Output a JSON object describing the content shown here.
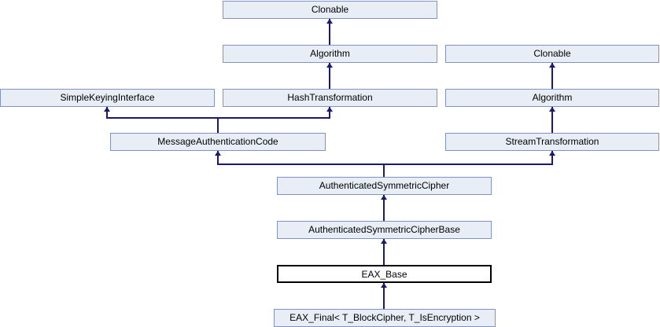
{
  "diagram": {
    "type": "class-inheritance-diagram",
    "colors": {
      "node_fill": "#e8edf6",
      "node_border": "#8094c1",
      "highlight_fill": "#ffffff",
      "highlight_border": "#000000",
      "edge": "#191970",
      "text": "#000000"
    },
    "nodes": [
      {
        "label": "Clonable"
      },
      {
        "label": "Algorithm"
      },
      {
        "label": "Clonable"
      },
      {
        "label": "SimpleKeyingInterface"
      },
      {
        "label": "HashTransformation"
      },
      {
        "label": "Algorithm"
      },
      {
        "label": "MessageAuthenticationCode"
      },
      {
        "label": "StreamTransformation"
      },
      {
        "label": "AuthenticatedSymmetricCipher"
      },
      {
        "label": "AuthenticatedSymmetricCipherBase"
      },
      {
        "label": "EAX_Base",
        "highlighted": true
      },
      {
        "label": "EAX_Final< T_BlockCipher, T_IsEncryption >"
      }
    ],
    "edges": [
      {
        "child_index": 1,
        "child": "Algorithm",
        "parent_index": 0,
        "parent": "Clonable"
      },
      {
        "child_index": 4,
        "child": "HashTransformation",
        "parent_index": 1,
        "parent": "Algorithm"
      },
      {
        "child_index": 5,
        "child": "Algorithm",
        "parent_index": 2,
        "parent": "Clonable"
      },
      {
        "child_index": 6,
        "child": "MessageAuthenticationCode",
        "parent_index": 3,
        "parent": "SimpleKeyingInterface"
      },
      {
        "child_index": 6,
        "child": "MessageAuthenticationCode",
        "parent_index": 4,
        "parent": "HashTransformation"
      },
      {
        "child_index": 7,
        "child": "StreamTransformation",
        "parent_index": 5,
        "parent": "Algorithm"
      },
      {
        "child_index": 8,
        "child": "AuthenticatedSymmetricCipher",
        "parent_index": 6,
        "parent": "MessageAuthenticationCode"
      },
      {
        "child_index": 8,
        "child": "AuthenticatedSymmetricCipher",
        "parent_index": 7,
        "parent": "StreamTransformation"
      },
      {
        "child_index": 9,
        "child": "AuthenticatedSymmetricCipherBase",
        "parent_index": 8,
        "parent": "AuthenticatedSymmetricCipher"
      },
      {
        "child_index": 10,
        "child": "EAX_Base",
        "parent_index": 9,
        "parent": "AuthenticatedSymmetricCipherBase"
      },
      {
        "child_index": 11,
        "child": "EAX_Final< T_BlockCipher, T_IsEncryption >",
        "parent_index": 10,
        "parent": "EAX_Base"
      }
    ]
  }
}
